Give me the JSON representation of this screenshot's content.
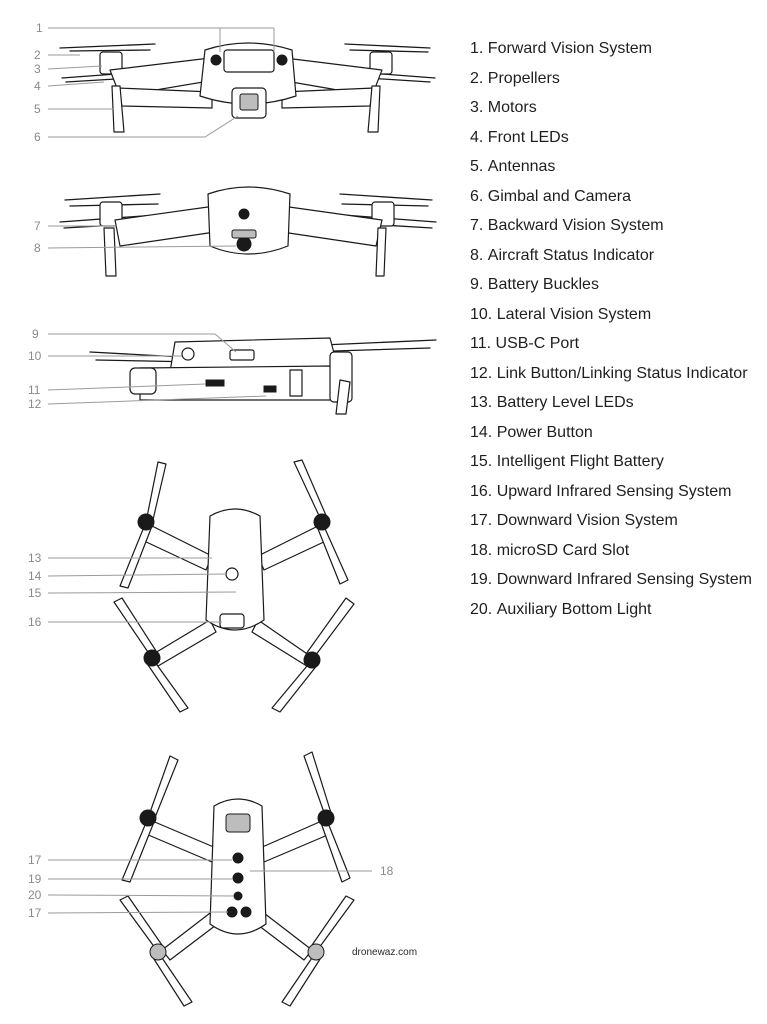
{
  "callouts": {
    "front": [
      "1",
      "2",
      "3",
      "4",
      "5",
      "6"
    ],
    "rear": [
      "7",
      "8"
    ],
    "side": [
      "9",
      "10",
      "11",
      "12"
    ],
    "top": [
      "13",
      "14",
      "15",
      "16"
    ],
    "bottom": [
      "17",
      "19",
      "20",
      "17",
      "18"
    ]
  },
  "legend": [
    {
      "num": "1.",
      "text": "Forward Vision System"
    },
    {
      "num": "2.",
      "text": "Propellers"
    },
    {
      "num": "3.",
      "text": "Motors"
    },
    {
      "num": "4.",
      "text": "Front LEDs"
    },
    {
      "num": "5.",
      "text": "Antennas"
    },
    {
      "num": "6.",
      "text": "Gimbal and Camera"
    },
    {
      "num": "7.",
      "text": "Backward Vision System"
    },
    {
      "num": "8.",
      "text": "Aircraft Status Indicator"
    },
    {
      "num": "9.",
      "text": "Battery Buckles"
    },
    {
      "num": "10.",
      "text": "Lateral Vision System"
    },
    {
      "num": "11.",
      "text": "USB-C Port"
    },
    {
      "num": "12.",
      "text": "Link Button/Linking Status Indicator"
    },
    {
      "num": "13.",
      "text": "Battery Level LEDs"
    },
    {
      "num": "14.",
      "text": "Power Button"
    },
    {
      "num": "15.",
      "text": "Intelligent Flight Battery"
    },
    {
      "num": "16.",
      "text": "Upward Infrared Sensing System"
    },
    {
      "num": "17.",
      "text": "Downward Vision System"
    },
    {
      "num": "18.",
      "text": "microSD Card Slot"
    },
    {
      "num": "19.",
      "text": "Downward Infrared Sensing System"
    },
    {
      "num": "20.",
      "text": "Auxiliary Bottom Light"
    }
  ],
  "watermark": "dronewaz.com"
}
